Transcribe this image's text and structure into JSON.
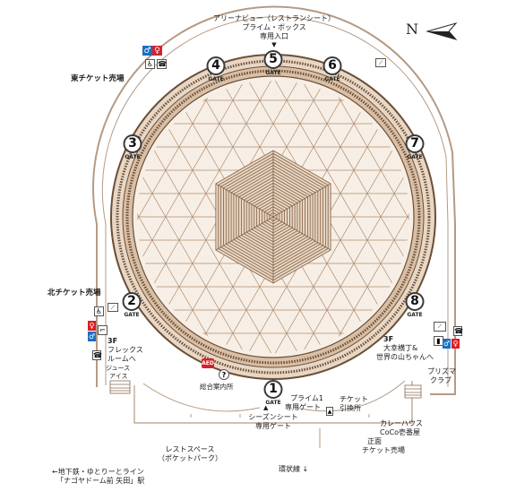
{
  "map": {
    "gates": [
      {
        "number": "1",
        "label": "GATE"
      },
      {
        "number": "2",
        "label": "GATE"
      },
      {
        "number": "3",
        "label": "GATE"
      },
      {
        "number": "4",
        "label": "GATE"
      },
      {
        "number": "5",
        "label": "GATE"
      },
      {
        "number": "6",
        "label": "GATE"
      },
      {
        "number": "7",
        "label": "GATE"
      },
      {
        "number": "8",
        "label": "GATE"
      }
    ],
    "north_label": "N",
    "labels": {
      "arena_view_line1": "アリーナビュー（レストランシート）",
      "arena_view_line2": "プライム・ボックス",
      "arena_view_line3": "専用入口",
      "east_ticket": "東チケット売場",
      "north_ticket": "北チケット売場",
      "flex_room_line1": "3F",
      "flex_room_line2": "フレックス",
      "flex_room_line3": "ルームへ",
      "juice_line1": "ジュース",
      "juice_line2": "アイス",
      "info_center": "総合案内所",
      "prime1_line1": "プライム1",
      "prime1_line2": "専用ゲート",
      "season_seat_line1": "シーズンシート",
      "season_seat_line2": "専用ゲート",
      "ticket_exchange_line1": "チケット",
      "ticket_exchange_line2": "引換所",
      "daikou_line1": "3F",
      "daikou_line2": "大幸横丁&",
      "daikou_line3": "世界の山ちゃんへ",
      "prism_club_line1": "プリズマ",
      "prism_club_line2": "クラブ",
      "coco_line1": "カレーハウス",
      "coco_line2": "CoCo壱番屋",
      "front_ticket_line1": "正面",
      "front_ticket_line2": "チケット売場",
      "rest_space_line1": "レストスペース",
      "rest_space_line2": "（ポケットパーク）",
      "subway_line1": "←地下鉄・ゆとりーとライン",
      "subway_line2": "「ナゴヤドーム前 矢田」駅",
      "ring_road": "環状線 ↓",
      "aed": "AED"
    },
    "colors": {
      "dome_stroke": "#8a6a4f",
      "dome_fill": "#f7efe6",
      "ring_dark": "#6b4e37",
      "ring_light": "#c9a98c",
      "walkway": "#b59a83",
      "aed_red": "#d6202a"
    }
  }
}
